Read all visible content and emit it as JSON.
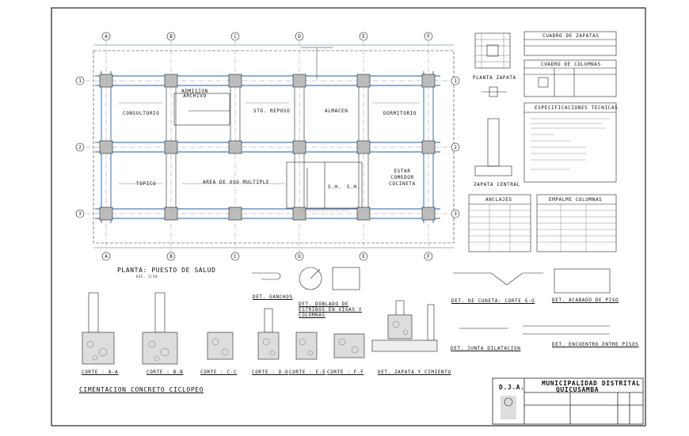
{
  "grid": {
    "columns": [
      "A",
      "B",
      "C",
      "D",
      "E",
      "F"
    ],
    "rows": [
      "1",
      "2",
      "3"
    ]
  },
  "rooms": {
    "consultorio": "CONSULTORIO",
    "admision": "ADMISION ARCHIVO",
    "sto_reposo": "STO. REPOSO",
    "almacen": "ALMACEN",
    "dormitorio": "DORMITORIO",
    "topico": "TOPICO",
    "area_uso": "AREA DE USO MULTIPLE",
    "estar": "ESTAR COMEDOR COCINETA",
    "sh": "S.H.",
    "sh2": "S.H."
  },
  "plan": {
    "title": "PLANTA: PUESTO DE SALUD",
    "scale": "ESC. 1/50"
  },
  "tables": {
    "zapatas": "CUADRO DE ZAPATAS",
    "columnas": "CUADRO DE COLUMNAS",
    "especificaciones": "ESPECIFICACIONES TECNICAS",
    "anclajes": "ANCLAJES",
    "empalme": "EMPALME COLUMNAS"
  },
  "details": {
    "planta_zapata": "PLANTA ZAPATA",
    "zapata_central": "ZAPATA CENTRAL",
    "ganchos": "DET. GANCHOS",
    "doblado": "DET. DOBLADO DE ESTRIBOS EN VIGAS Y COLUMNAS",
    "cuneta": "DET. DE CUNETA: CORTE G-G",
    "acabado": "DET. ACABADO DE PISO",
    "junta": "DET. JUNTA DILATACION",
    "encuentro": "DET. ENCUENTRO ENTRE PISOS",
    "zapata_cimiento": "DET. ZAPATA Y CIMIENTO"
  },
  "cortes": {
    "aa": "CORTE : A-A",
    "bb": "CORTE : B-B",
    "cc": "CORTE : C-C",
    "dd": "CORTE : D-D",
    "ee": "CORTE : E-E",
    "ff": "CORTE : F-F"
  },
  "cimentacion": "CIMENTACION CONCRETO CICLOPEO",
  "titleblock": {
    "logo": "D.J.A.",
    "line1": "MUNICIPALIDAD DISTRITAL",
    "line2": "QUICUSAMBA"
  }
}
